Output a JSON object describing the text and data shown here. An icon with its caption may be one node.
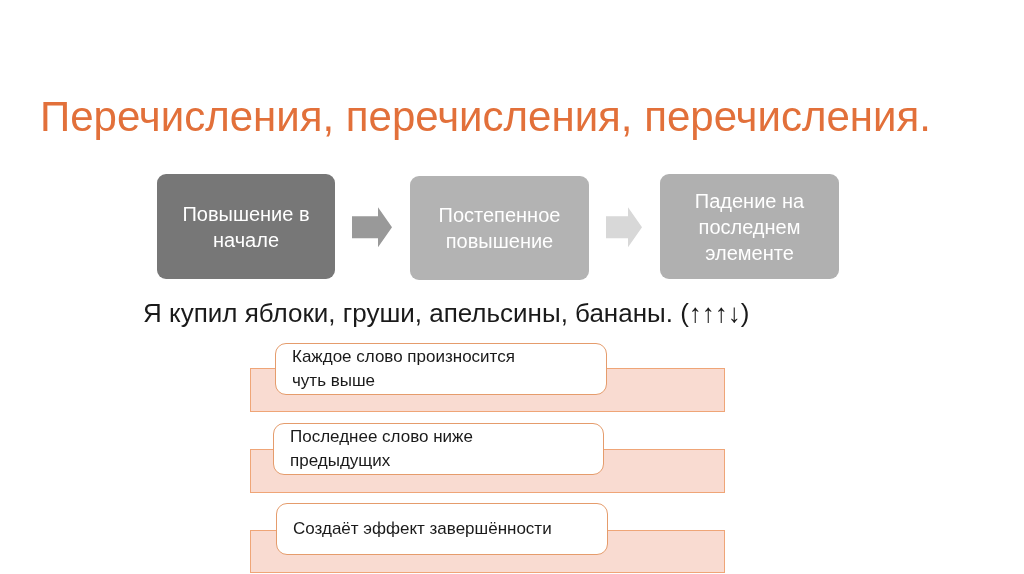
{
  "diagram": {
    "title": "Перечисления, перечисления, перечисления.",
    "nodes": [
      {
        "text": [
          "Повышение в начале"
        ]
      },
      {
        "text": [
          "Постепенное повышение"
        ]
      },
      {
        "text": [
          "Падение на последнем элементе"
        ]
      },
      {
        "text": [
          "Каждое слово произносится чуть выше"
        ]
      },
      {
        "text": [],
        "shape": "bar"
      },
      {
        "text": [
          "Последнее слово ниже предыдущих"
        ]
      },
      {
        "text": [],
        "shape": "bar"
      },
      {
        "text": [
          "Создаёт эффект завершённости"
        ]
      },
      {
        "text": [],
        "shape": "bar"
      }
    ],
    "edges": [
      {
        "from": 0,
        "to": 1,
        "arrow": "to",
        "color": "#999999"
      },
      {
        "from": 1,
        "to": 2,
        "arrow": "to",
        "color": "#d8d8d8"
      }
    ],
    "labels": [
      "Я купил яблоки, груши, апельсины, бананы. (↑↑↑↓)"
    ]
  }
}
